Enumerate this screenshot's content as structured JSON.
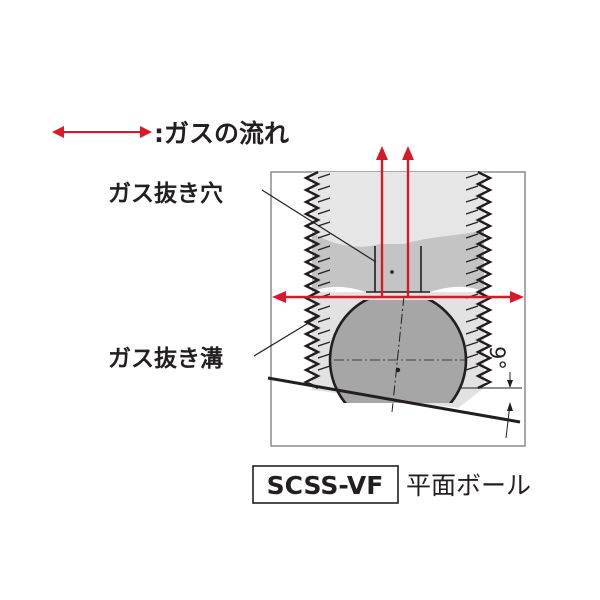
{
  "legend": {
    "flow_label": ":ガスの流れ"
  },
  "labels": {
    "vent_hole": "ガス抜き穴",
    "vent_groove": "ガス抜き溝",
    "angle": "9°"
  },
  "caption": {
    "model": "SCSS-VF",
    "description": "平面ボール"
  },
  "colors": {
    "flow_arrow": "#d7192a",
    "outline": "#231f20",
    "body_gray": "#c8c8c8",
    "ball_gray": "#a6a6a6",
    "frame": "#8c8c8c"
  }
}
